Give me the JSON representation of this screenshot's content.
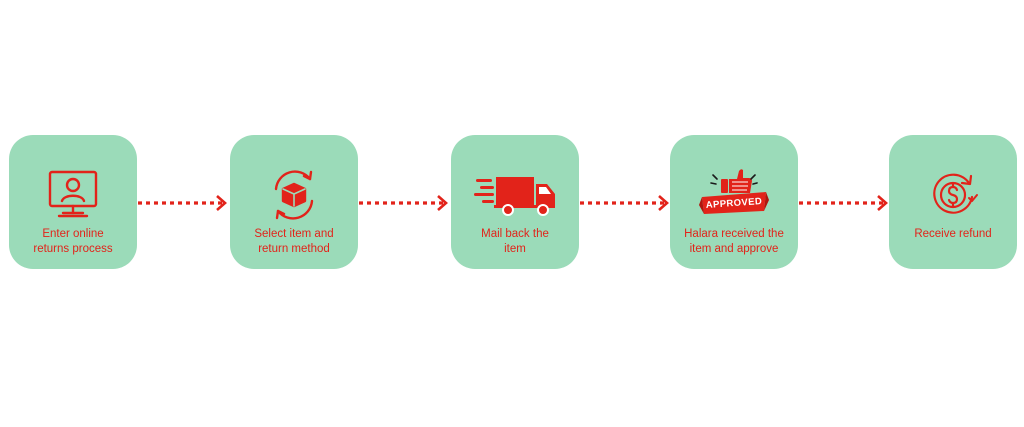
{
  "colors": {
    "card": "#9bdbb9",
    "accent": "#e2231a",
    "background": "#ffffff"
  },
  "steps": [
    {
      "label": "Enter online\nreturns process",
      "icon": "computer-user-icon"
    },
    {
      "label": "Select item and\nreturn method",
      "icon": "box-cycle-icon"
    },
    {
      "label": "Mail back the\nitem",
      "icon": "delivery-truck-icon"
    },
    {
      "label": "Halara received  the\nitem and approve",
      "icon": "approved-thumbs-up-icon",
      "badge_text": "APPROVED"
    },
    {
      "label": "Receive refund",
      "icon": "dollar-refund-icon"
    }
  ]
}
